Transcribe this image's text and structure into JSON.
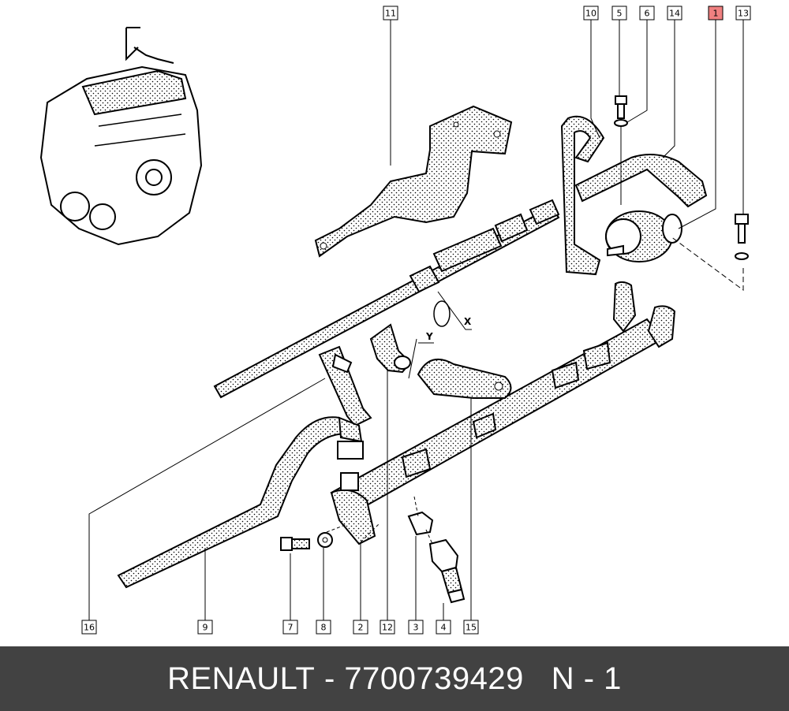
{
  "footer": {
    "brand": "RENAULT",
    "separator": " - ",
    "part_number": "7700739429",
    "position_label": "N - 1"
  },
  "diagram": {
    "highlighted_callout": "1",
    "callouts": [
      "11",
      "10",
      "5",
      "6",
      "14",
      "1",
      "13",
      "16",
      "9",
      "7",
      "8",
      "2",
      "12",
      "3",
      "4",
      "15"
    ],
    "axis_labels": {
      "x": "X",
      "y": "Y"
    }
  },
  "colors": {
    "footer_bg": "#424242",
    "footer_text": "#ffffff",
    "highlight": "#f08080",
    "line": "#000000"
  }
}
